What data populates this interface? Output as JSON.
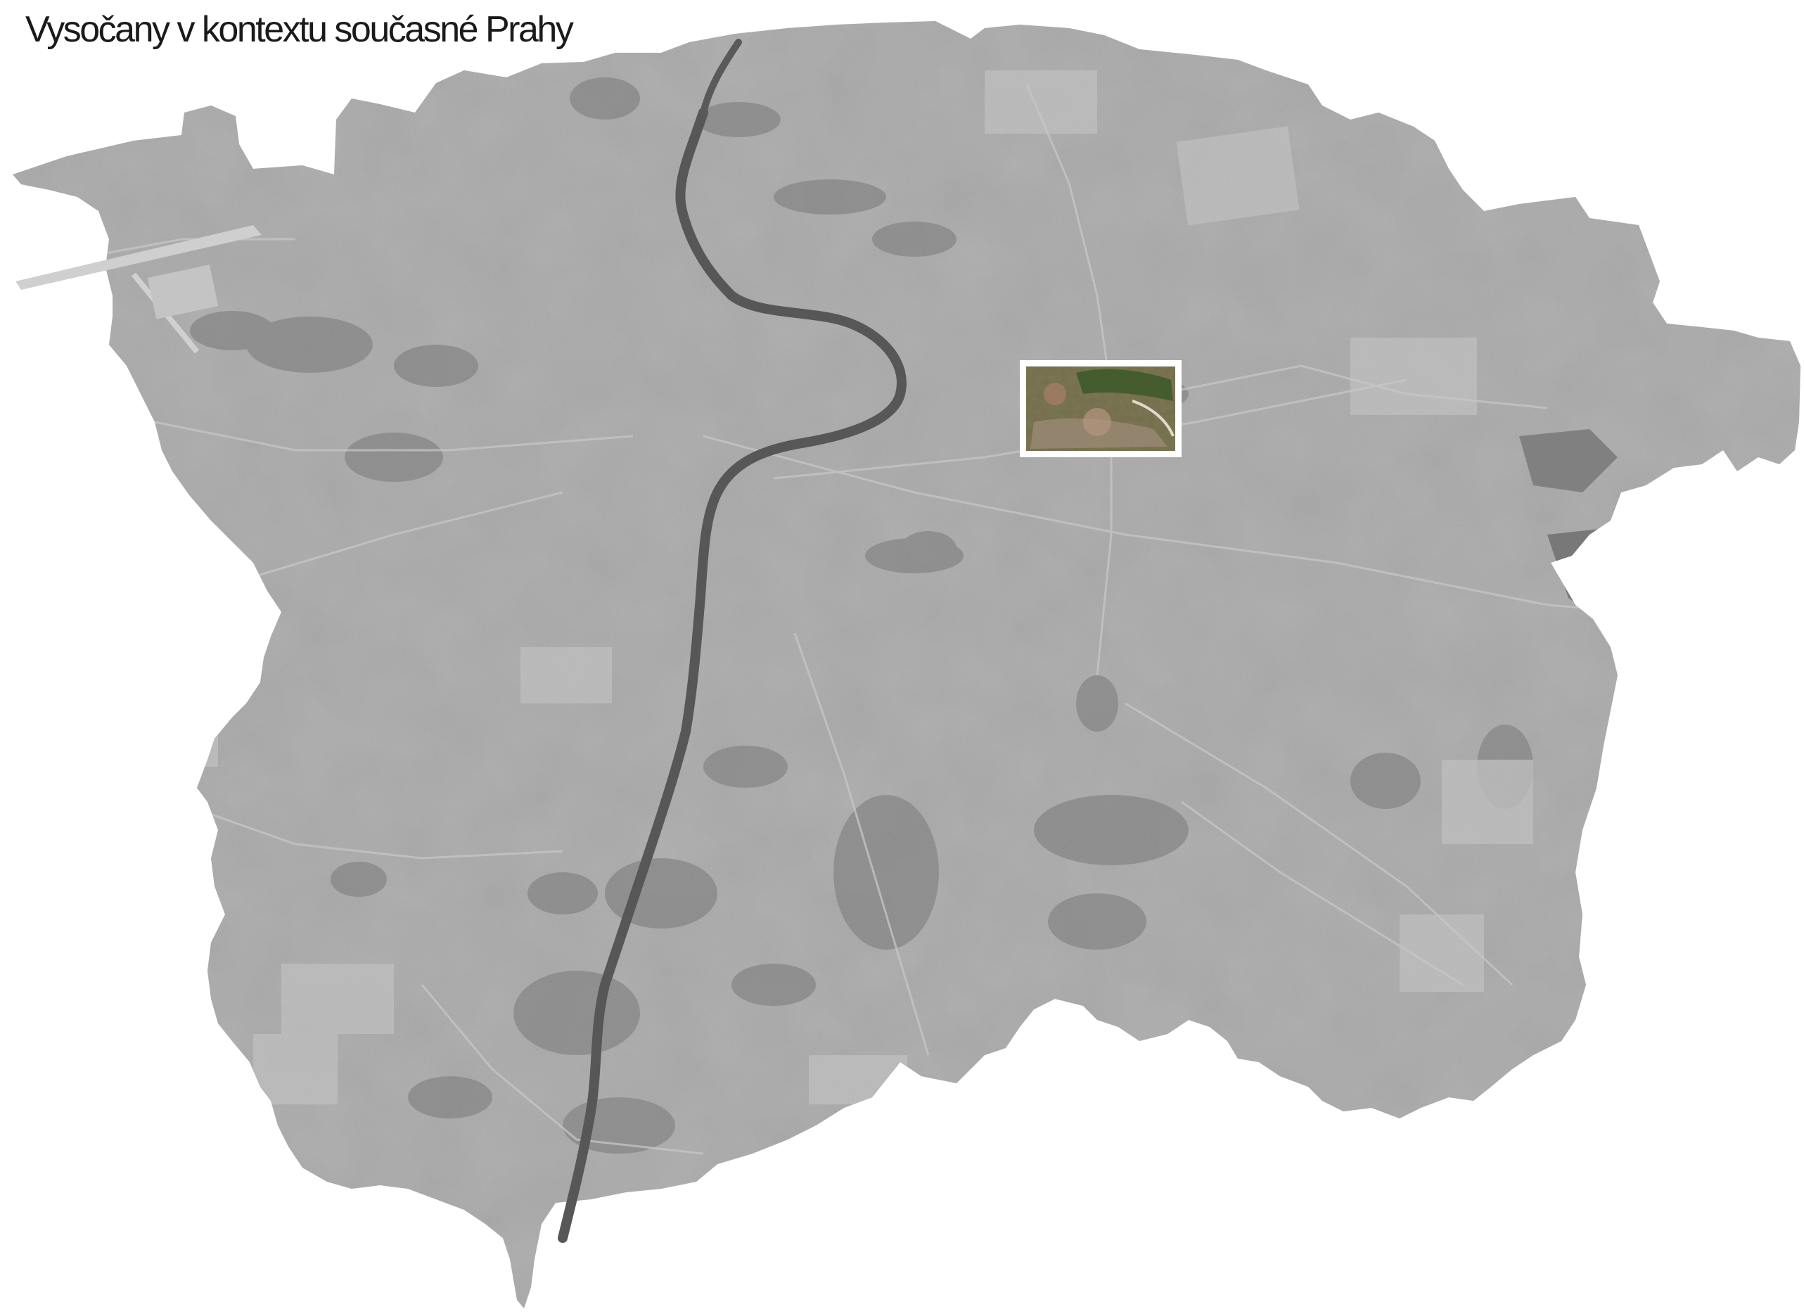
{
  "title": "Vysočany v kontextu současné Prahy",
  "map": {
    "basemap": "grayscale-aerial-orthophoto",
    "highlight_style": "color-aerial-inset",
    "colors": {
      "background": "#ffffff",
      "terrain_light": "#bdbdbd",
      "terrain_mid": "#a3a3a3",
      "terrain_dark": "#6e6e6e",
      "river": "#565656",
      "highlight_frame": "#ffffff",
      "highlight_fill": "#5a6f3e"
    }
  }
}
